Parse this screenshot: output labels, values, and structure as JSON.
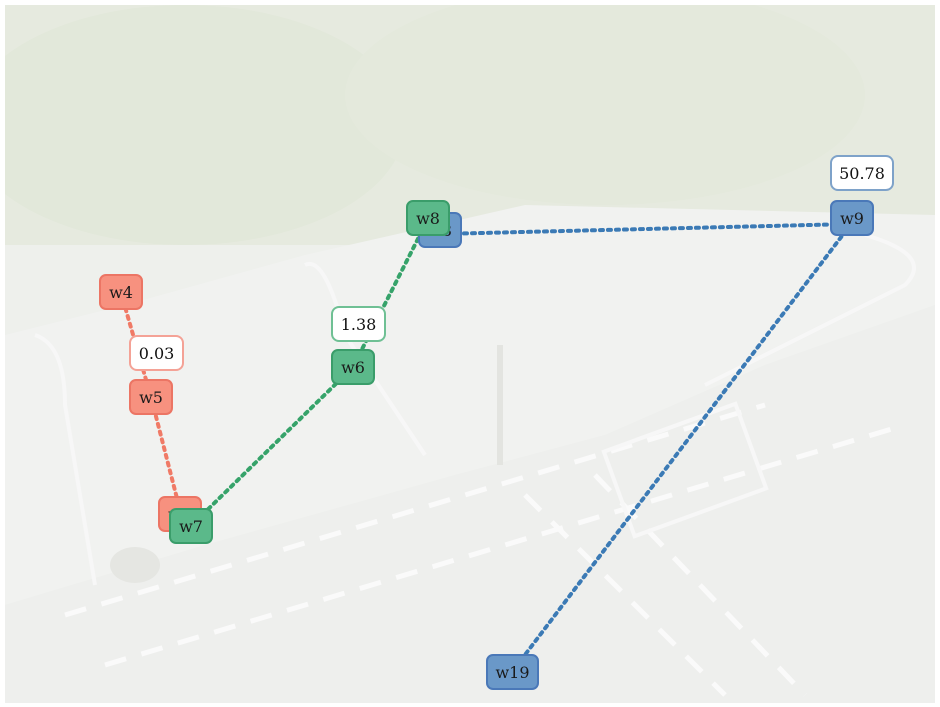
{
  "colors": {
    "red": "#f7917f",
    "green": "#5bb98a",
    "blue": "#6a98c8",
    "red_line": "#f07a66",
    "green_line": "#36a36a",
    "blue_line": "#3b7ab5"
  },
  "background": {
    "description": "faded aerial photo of a road intersection"
  },
  "routes": [
    {
      "name": "red",
      "color": "red",
      "nodes": [
        "w4",
        "w5",
        "w7"
      ],
      "label": "0.03"
    },
    {
      "name": "green",
      "color": "green",
      "nodes": [
        "w7",
        "w6",
        "w8"
      ],
      "label": "1.38"
    },
    {
      "name": "blue",
      "color": "blue",
      "nodes": [
        "w8",
        "w9",
        "w19"
      ],
      "label": "50.78"
    }
  ],
  "nodes": {
    "w4": {
      "text": "w4",
      "color": "red"
    },
    "w5": {
      "text": "w5",
      "color": "red"
    },
    "w7_red": {
      "text": "w7",
      "color": "red"
    },
    "w7": {
      "text": "w7",
      "color": "green"
    },
    "w6": {
      "text": "w6",
      "color": "green"
    },
    "w8": {
      "text": "w8",
      "color": "green"
    },
    "w8_blue": {
      "text": "w8",
      "color": "blue"
    },
    "w9": {
      "text": "w9",
      "color": "blue"
    },
    "w19": {
      "text": "w19",
      "color": "blue"
    }
  }
}
